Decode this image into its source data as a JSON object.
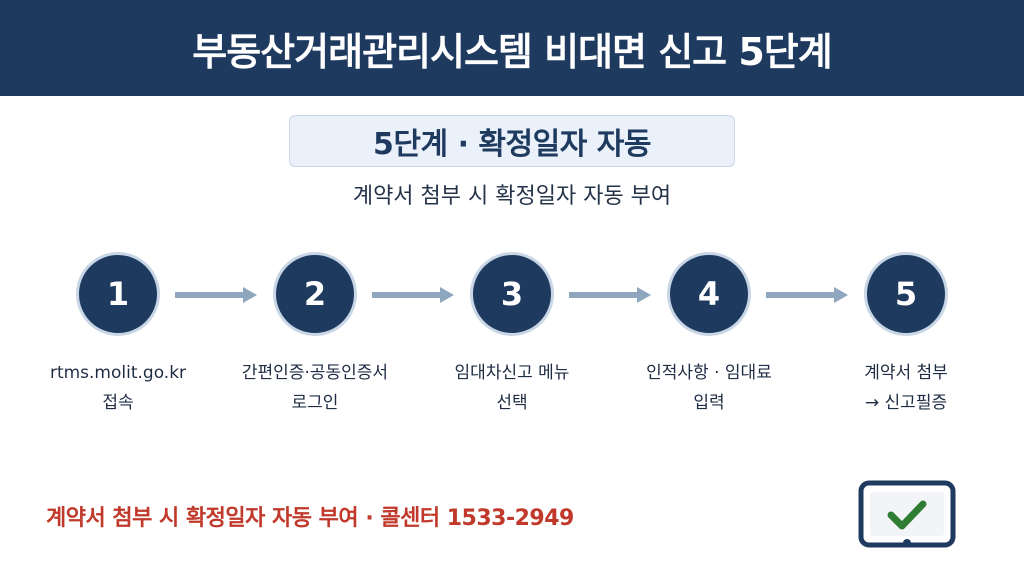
{
  "header": {
    "title": "부동산거래관리시스템 비대면 신고 5단계"
  },
  "step_badge": {
    "label": "5단계 · 확정일자 자동"
  },
  "subtitle": "계약서 첨부 시 확정일자 자동 부여",
  "steps": [
    {
      "number": "1",
      "line1": "rtms.molit.go.kr",
      "line2": "접속"
    },
    {
      "number": "2",
      "line1": "간편인증·공동인증서",
      "line2": "로그인"
    },
    {
      "number": "3",
      "line1": "임대차신고 메뉴",
      "line2": "선택"
    },
    {
      "number": "4",
      "line1": "인적사항 · 임대료",
      "line2": "입력"
    },
    {
      "number": "5",
      "line1": "계약서 첨부",
      "line2": "→ 신고필증"
    }
  ],
  "footer_note": "계약서 첨부 시 확정일자 자동 부여 · 콜센터 1533-2949",
  "icons": {
    "monitor": "monitor-check-icon",
    "arrow": "arrow-right-icon"
  },
  "colors": {
    "header_bg": "#1f3a5f",
    "circle_bg": "#1f3a5f",
    "arrow": "#8fa6bf",
    "accent_red": "#c0392b",
    "check_green": "#2e7d32",
    "badge_bg": "#eaf1fa"
  }
}
